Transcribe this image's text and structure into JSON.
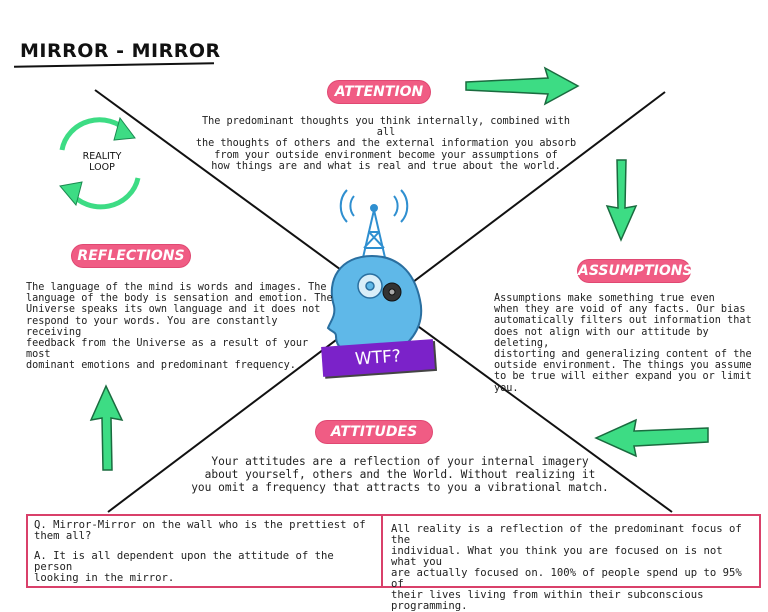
{
  "title": "MIRROR - MIRROR",
  "reality_loop": {
    "line1": "REALITY",
    "line2": "LOOP"
  },
  "attention": {
    "label": "ATTENTION",
    "text": [
      "The predominant thoughts you think internally, combined with all",
      "the thoughts of others and the external information you absorb",
      "from your outside environment become your assumptions of",
      "how things are and what is real and true about the world."
    ]
  },
  "reflections": {
    "label": "REFLECTIONS",
    "text": [
      "The language of the mind is words and images. The",
      "language of the body is sensation and emotion. The",
      "Universe speaks its own language and it does not",
      "respond to your words. You are constantly receiving",
      "feedback from the Universe as a result of your most",
      "dominant emotions and predominant frequency."
    ]
  },
  "assumptions": {
    "label": "ASSUMPTIONS",
    "text": [
      "Assumptions make something true even",
      "when they are void of any facts. Our bias",
      "automatically filters out information that",
      "does not align with our attitude by deleting,",
      "distorting and generalizing content of the",
      "outside environment. The things you assume",
      "to be true will either expand you or limit you."
    ]
  },
  "attitudes": {
    "label": "ATTITUDES",
    "text": [
      "Your attitudes are a reflection of your internal imagery",
      "about yourself, others and the World. Without realizing it",
      "you omit a frequency that attracts to you a vibrational match."
    ]
  },
  "center_sign": "WTF?",
  "box": {
    "question": [
      "Q. Mirror-Mirror on the wall who is the prettiest of",
      "them all?"
    ],
    "answer": [
      "A. It is all dependent upon the attitude of the person",
      "looking in the mirror."
    ],
    "right": [
      "All reality is a reflection of the predominant focus of the",
      "individual. What you think you are focused on is not what you",
      "are actually focused on. 100% of people spend up to 95% of",
      "their lives living from within their subconscious programming."
    ]
  },
  "colors": {
    "tag": "#f05c84",
    "arrow": "#3ddc84",
    "sign": "#7b22c9",
    "head": "#5fb8e8",
    "box_border": "#d9406a"
  },
  "icons": [
    "reality-loop-icon",
    "head-gears-icon",
    "antenna-tower-icon",
    "green-arrow-icon"
  ]
}
